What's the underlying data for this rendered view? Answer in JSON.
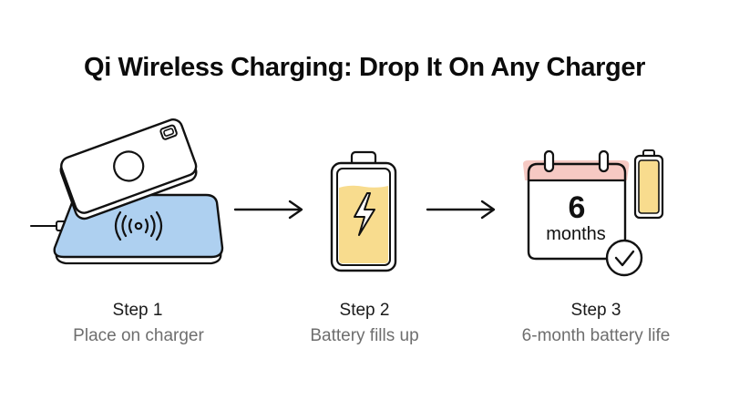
{
  "title": "Qi Wireless Charging: Drop It On Any Charger",
  "colors": {
    "charger_pad": "#aed0f0",
    "battery_fill": "#f8dc8e",
    "calendar_header": "#f6c6c0",
    "stroke": "#111111",
    "step_label": "#1a1a1a",
    "step_desc": "#6e6e6e"
  },
  "steps": [
    {
      "label": "Step 1",
      "description": "Place on charger",
      "icon": "phone-on-wireless-charger-icon"
    },
    {
      "label": "Step 2",
      "description": "Battery fills up",
      "icon": "charging-battery-icon"
    },
    {
      "label": "Step 3",
      "description": "6-month battery life",
      "icon": "calendar-check-battery-icon"
    }
  ],
  "calendar": {
    "number": "6",
    "unit": "months"
  },
  "arrows": [
    "arrow-right-icon",
    "arrow-right-icon"
  ]
}
